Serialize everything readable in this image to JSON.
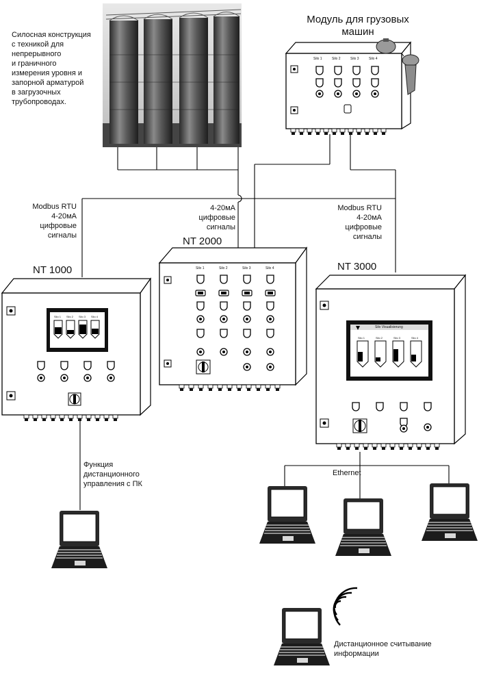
{
  "silo": {
    "description_lines": [
      "Силосная конструкция",
      "с техникой для",
      "непрерывного",
      "и граничного",
      "измерения уровня и",
      "запорной арматурой",
      "в загрузочных",
      "трубопроводах."
    ]
  },
  "truck_module": {
    "title_lines": [
      "Модуль для грузовых",
      "машин"
    ],
    "channel_labels": [
      "Silo 1",
      "Silo 2",
      "Silo 3",
      "Silo 4"
    ]
  },
  "signals": {
    "left_lines": [
      "Modbus RTU",
      "4-20мА",
      "цифровые",
      "сигналы"
    ],
    "middle_lines": [
      "4-20мА",
      "цифровые",
      "сигналы"
    ],
    "right_lines": [
      "Modbus RTU",
      "4-20мА",
      "цифровые",
      "сигналы"
    ]
  },
  "controllers": {
    "nt1000": {
      "title": "NT 1000",
      "screen_labels": [
        "Silo 1",
        "Silo 2",
        "Silo 3",
        "Silo 4"
      ]
    },
    "nt2000": {
      "title": "NT 2000",
      "channel_labels": [
        "Silo 1",
        "Silo 2",
        "Silo 3",
        "Silo 4"
      ]
    },
    "nt3000": {
      "title": "NT 3000",
      "screen_title": "Silo Visualisierung",
      "screen_labels": [
        "Silo 1",
        "Silo 2",
        "Silo 3",
        "Silo 4"
      ]
    }
  },
  "remote_pc": {
    "lines": [
      "Функция",
      "дистанционного",
      "управления с ПК"
    ]
  },
  "network": {
    "ethernet_label": "Ethernet"
  },
  "wireless": {
    "lines": [
      "Дистанционное считывание",
      "информации"
    ]
  }
}
